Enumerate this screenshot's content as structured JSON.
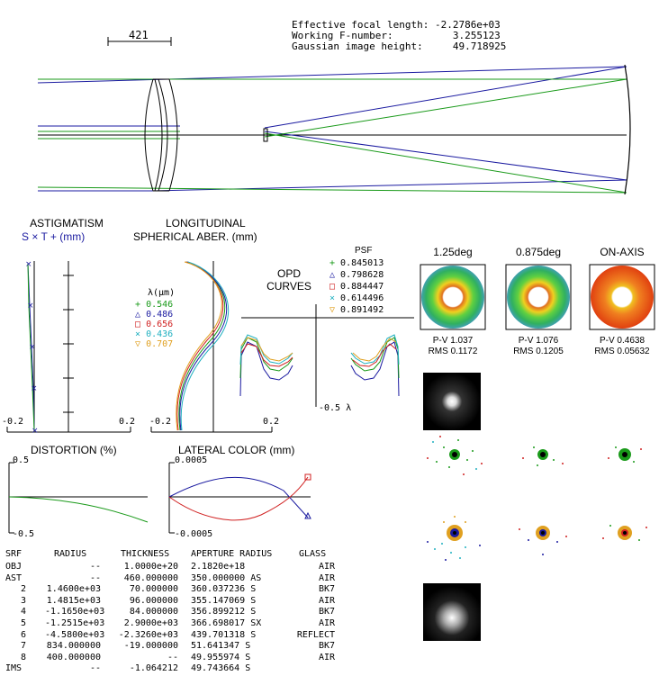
{
  "layout_panel": {
    "scale_label": "421",
    "info": [
      {
        "label": "Effective focal length:",
        "value": "-2.2786e+03"
      },
      {
        "label": "Working F-number:",
        "value": "3.255123"
      },
      {
        "label": "Gaussian image height:",
        "value": "49.718925"
      }
    ]
  },
  "astigmatism": {
    "title": "ASTIGMATISM",
    "legend": "S × T + (mm)",
    "xmin_label": "-0.2",
    "xmax_label": "0.2"
  },
  "spherical": {
    "title1": "LONGITUDINAL",
    "title2": "SPHERICAL ABER. (mm)",
    "xmin_label": "-0.2",
    "xmax_label": "0.2",
    "legend_title": "λ(μm)",
    "wavelengths": [
      {
        "value": "0.546",
        "color": "#1a9a1a",
        "marker": "+"
      },
      {
        "value": "0.486",
        "color": "#1a1aa0",
        "marker": "△"
      },
      {
        "value": "0.656",
        "color": "#d02020",
        "marker": "□"
      },
      {
        "value": "0.436",
        "color": "#20b0c0",
        "marker": "×"
      },
      {
        "value": "0.707",
        "color": "#e0a020",
        "marker": "▽"
      }
    ]
  },
  "opd": {
    "title1": "OPD",
    "title2": "CURVES",
    "scale_label": "-0.5 λ"
  },
  "psf": {
    "title": "PSF",
    "values": [
      "0.845013",
      "0.798628",
      "0.884447",
      "0.614496",
      "0.891492"
    ]
  },
  "wavefront_maps": [
    {
      "label": "1.25deg",
      "pv": "P-V 1.037",
      "rms": "RMS 0.1172"
    },
    {
      "label": "0.875deg",
      "pv": "P-V 1.076",
      "rms": "RMS 0.1205"
    },
    {
      "label": "ON-AXIS",
      "pv": "P-V 0.4638",
      "rms": "RMS 0.05632"
    }
  ],
  "distortion": {
    "title": "DISTORTION (%)",
    "ymax_label": "0.5",
    "ymin_label": "-0.5"
  },
  "lateral_color": {
    "title": "LATERAL COLOR (mm)",
    "ymax_label": "0.0005",
    "ymin_label": "-0.0005"
  },
  "lens_table": {
    "headers": [
      "SRF",
      "RADIUS",
      "THICKNESS",
      "APERTURE RADIUS",
      "GLASS"
    ],
    "rows": [
      [
        "OBJ",
        "--",
        "1.0000e+20",
        "2.1820e+18",
        "AIR"
      ],
      [
        "AST",
        "--",
        "460.000000",
        "350.000000 AS",
        "AIR"
      ],
      [
        "2",
        "1.4600e+03",
        "70.000000",
        "360.037236 S",
        "BK7"
      ],
      [
        "3",
        "1.4815e+03",
        "96.000000",
        "355.147069 S",
        "AIR"
      ],
      [
        "4",
        "-1.1650e+03",
        "84.000000",
        "356.899212 S",
        "BK7"
      ],
      [
        "5",
        "-1.2515e+03",
        "2.9000e+03",
        "366.698017 SX",
        "AIR"
      ],
      [
        "6",
        "-4.5800e+03",
        "-2.3260e+03",
        "439.701318 S",
        "REFLECT"
      ],
      [
        "7",
        "834.000000",
        "-19.000000",
        "51.641347 S",
        "BK7"
      ],
      [
        "8",
        "400.000000",
        "--",
        "49.955974 S",
        "AIR"
      ],
      [
        "IMS",
        "--",
        "-1.064212",
        "49.743664 S",
        ""
      ]
    ]
  }
}
